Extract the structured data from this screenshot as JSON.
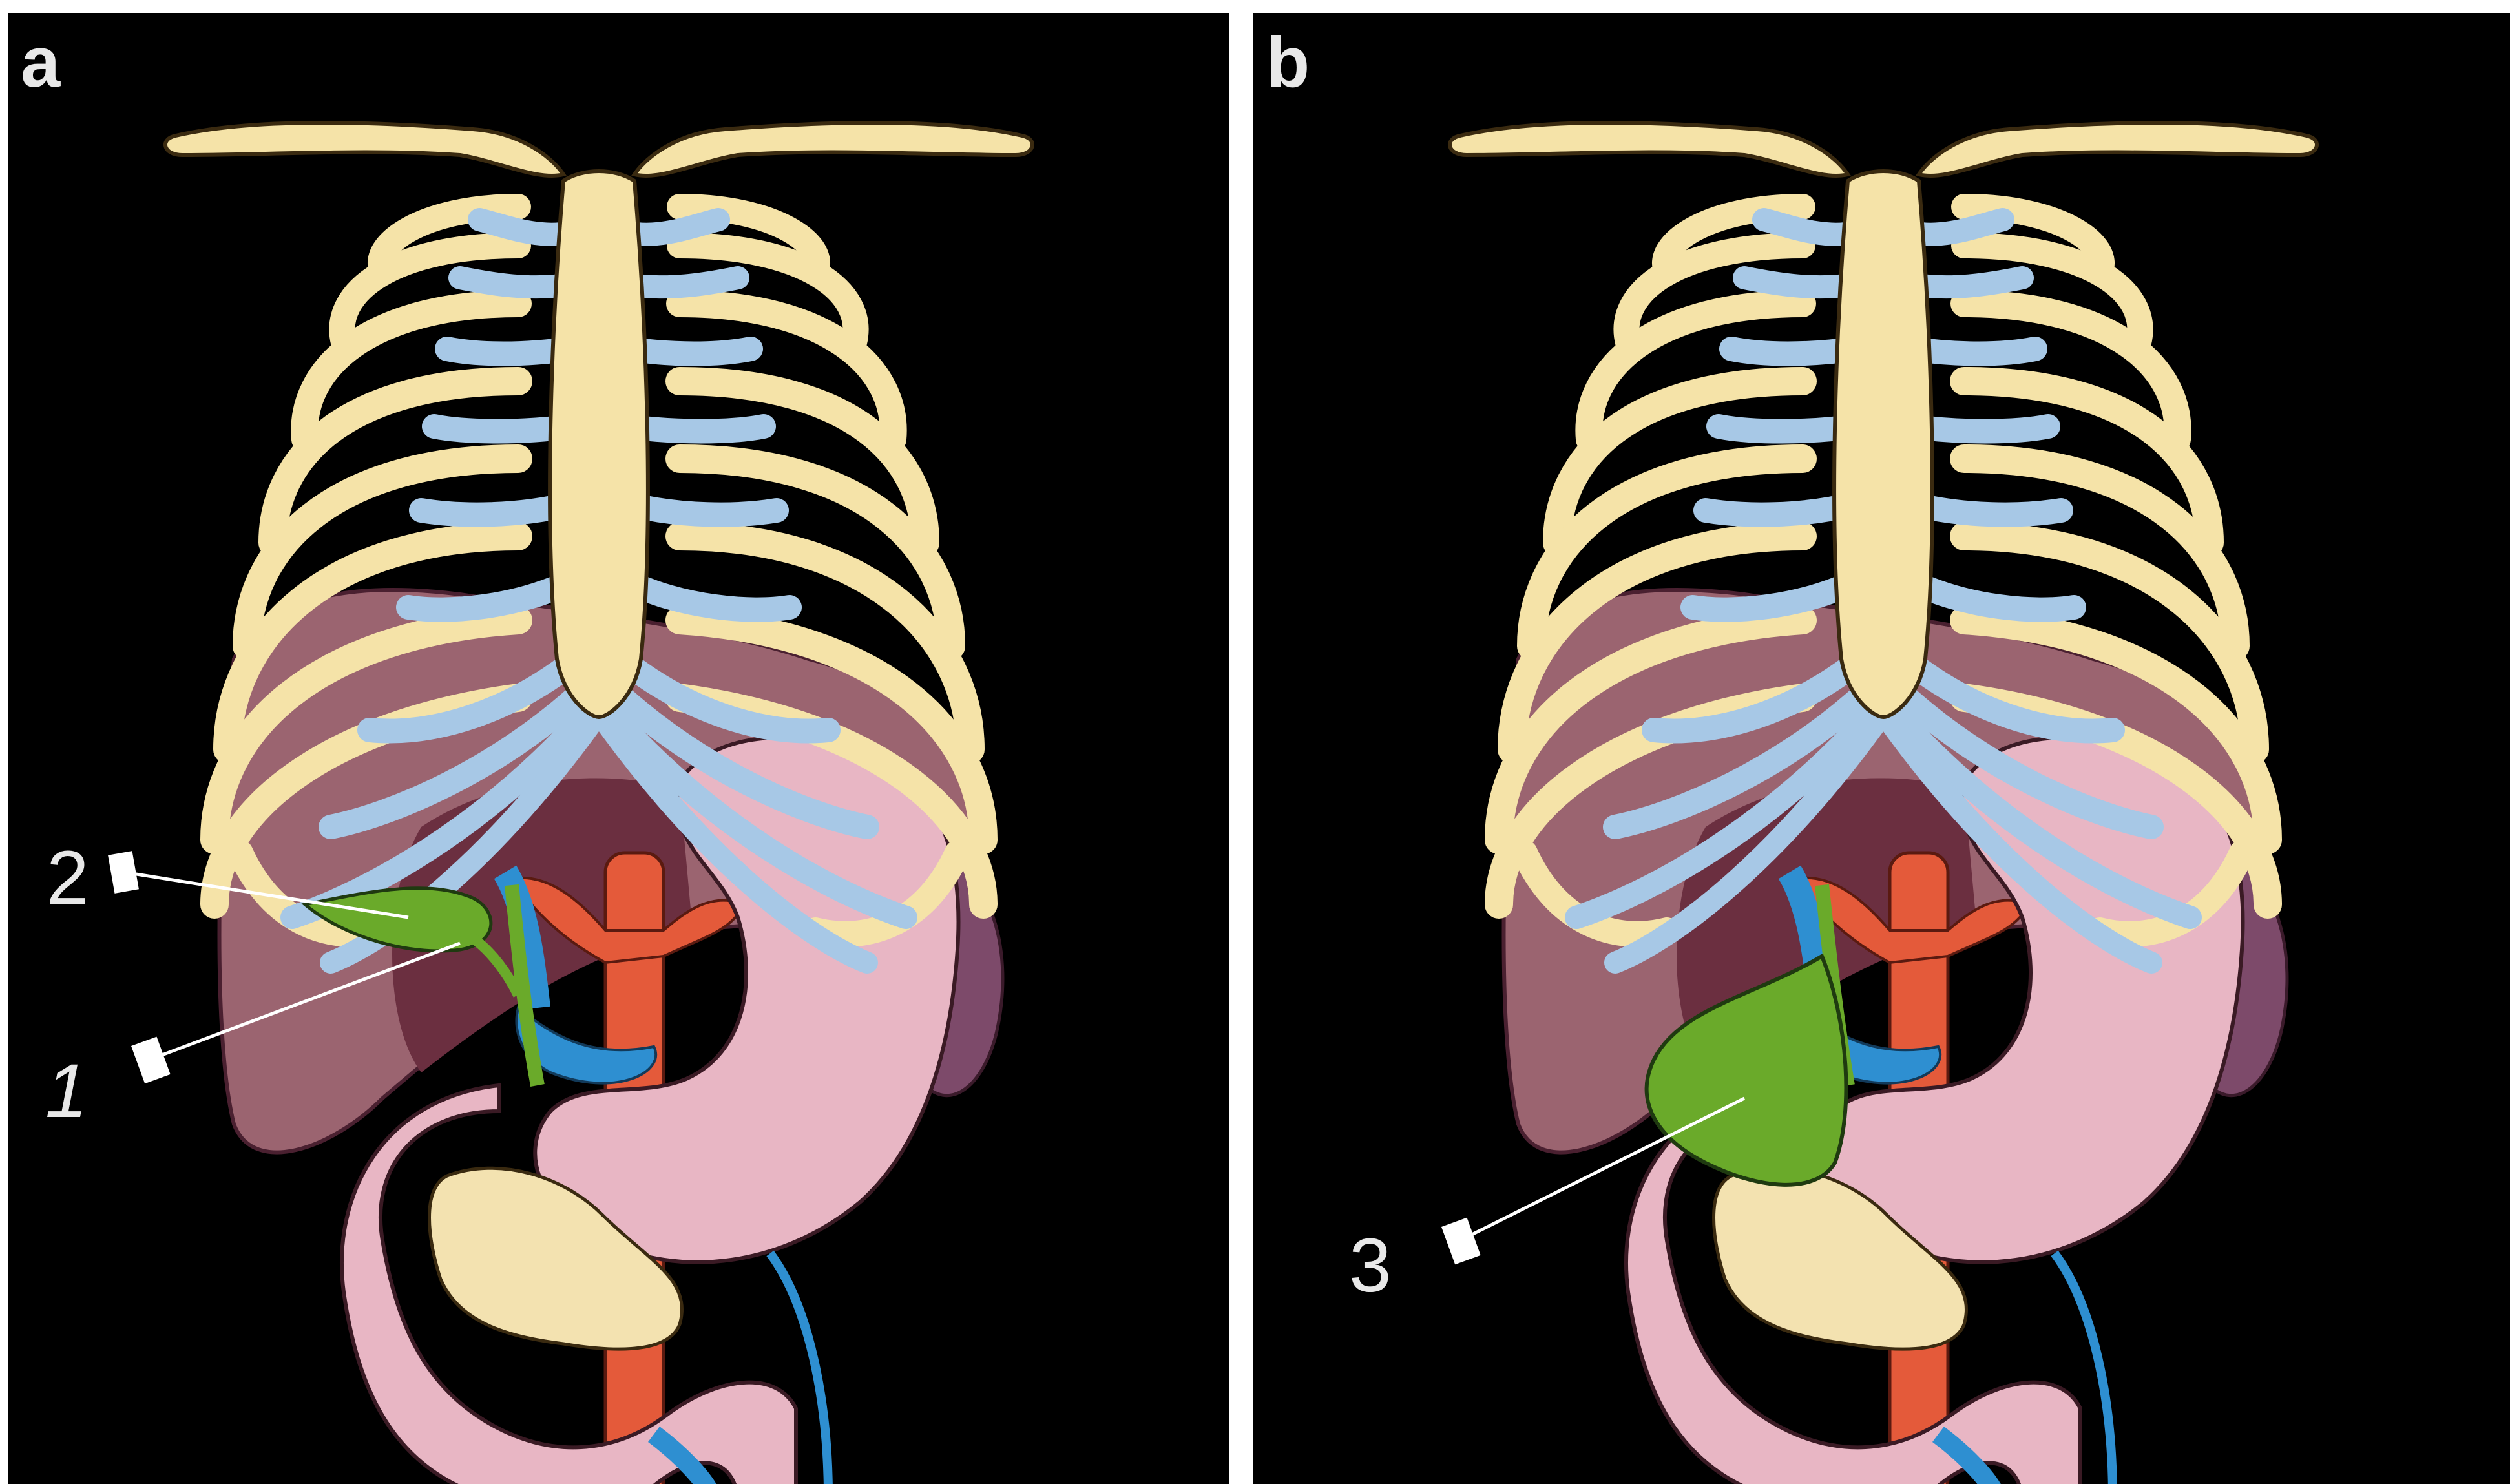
{
  "panels": [
    {
      "id": "a",
      "label": "a",
      "callouts": [
        "1",
        "2"
      ]
    },
    {
      "id": "b",
      "label": "b",
      "callouts": [
        "3"
      ]
    }
  ],
  "colors": {
    "background": "#000000",
    "divider": "#ffffff",
    "bone": "#f5e3a8",
    "cartilage": "#a7c8e6",
    "liver": "#9b6470",
    "stomach": "#e8b6c4",
    "gallbladder": "#6aaa2a",
    "artery": "#e45a3a",
    "vein": "#2e8fd1",
    "pancreas": "#f3e2b0"
  }
}
